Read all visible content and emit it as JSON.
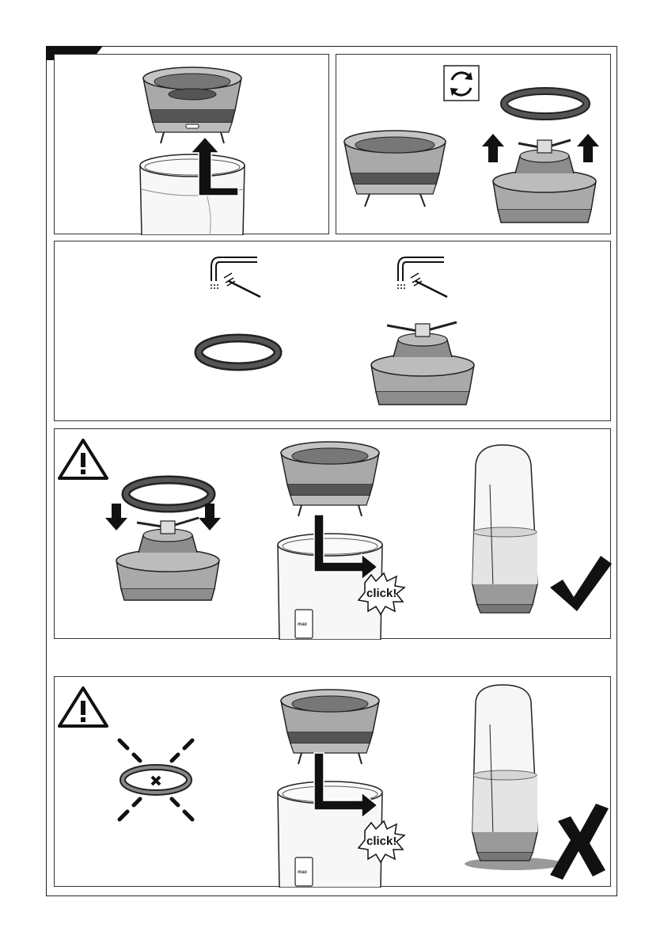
{
  "steps": [
    {
      "id": "remove-base",
      "icons": [
        "arrow-up-icon"
      ]
    },
    {
      "id": "separate-parts",
      "icons": [
        "rotate-icon",
        "arrow-up-icon"
      ]
    },
    {
      "id": "rinse-parts",
      "icons": [
        "faucet-brush-icon",
        "faucet-brush-icon"
      ]
    },
    {
      "id": "assemble-correct",
      "icons": [
        "warning-icon",
        "arrow-down-icon",
        "check-icon"
      ],
      "click_label": "click!",
      "cup_label": "max"
    },
    {
      "id": "assemble-wrong",
      "icons": [
        "warning-icon",
        "cross-icon"
      ],
      "click_label": "click!",
      "cup_label": "max"
    }
  ],
  "colors": {
    "part_gray": "#a9a9a9",
    "dark_gray": "#555555",
    "outline": "#1a1a1a",
    "light_fill": "#f4f4f4"
  }
}
